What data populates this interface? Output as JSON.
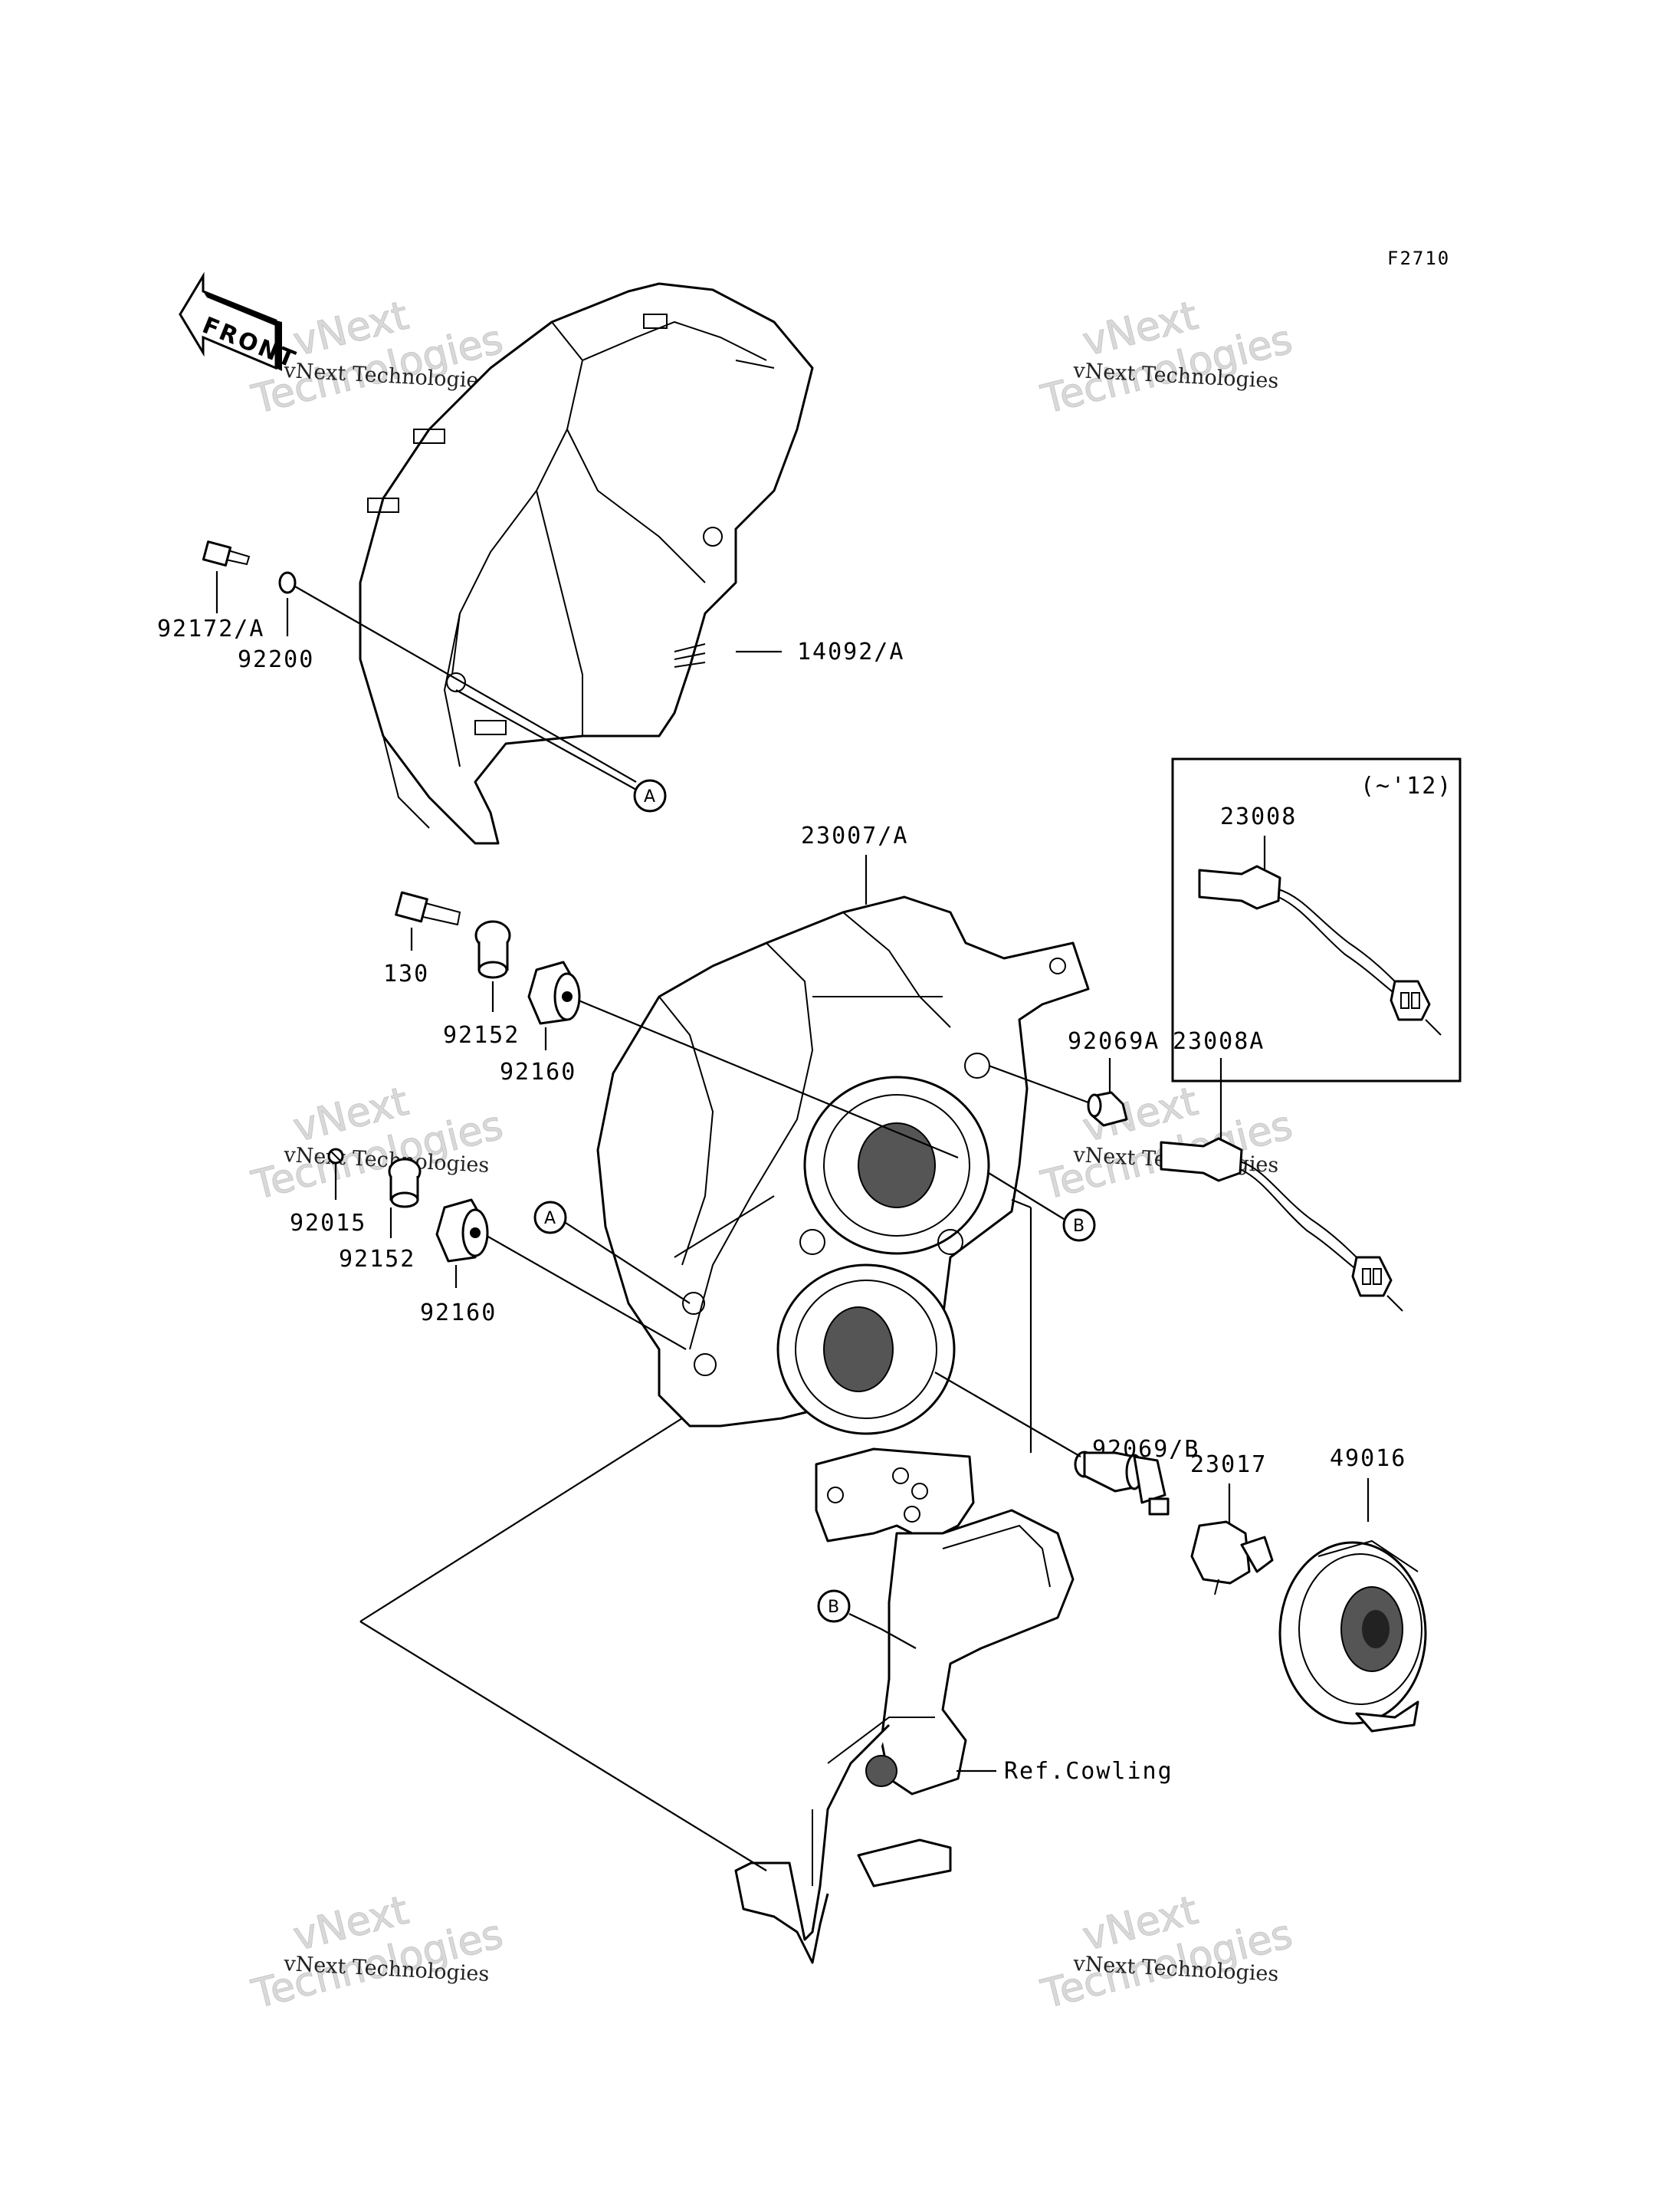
{
  "figure_code": "F2710",
  "front_label": "FRONT",
  "watermark": {
    "company": "vNext Technologies",
    "line1": "vNext",
    "line2": "Technologies"
  },
  "callouts": {
    "a": "A",
    "b": "B"
  },
  "inset_note": "(~'12)",
  "parts": {
    "p92172A": "92172/A",
    "p92200": "92200",
    "p14092A": "14092/A",
    "p23007A": "23007/A",
    "p130": "130",
    "p92152_top": "92152",
    "p92160_top": "92160",
    "p92015": "92015",
    "p92152_bottom": "92152",
    "p92160_bottom": "92160",
    "p23008": "23008",
    "p92069A": "92069A",
    "p23008A": "23008A",
    "p92069B": "92069/B",
    "p23017": "23017",
    "p49016": "49016",
    "ref_cowling": "Ref.Cowling"
  }
}
